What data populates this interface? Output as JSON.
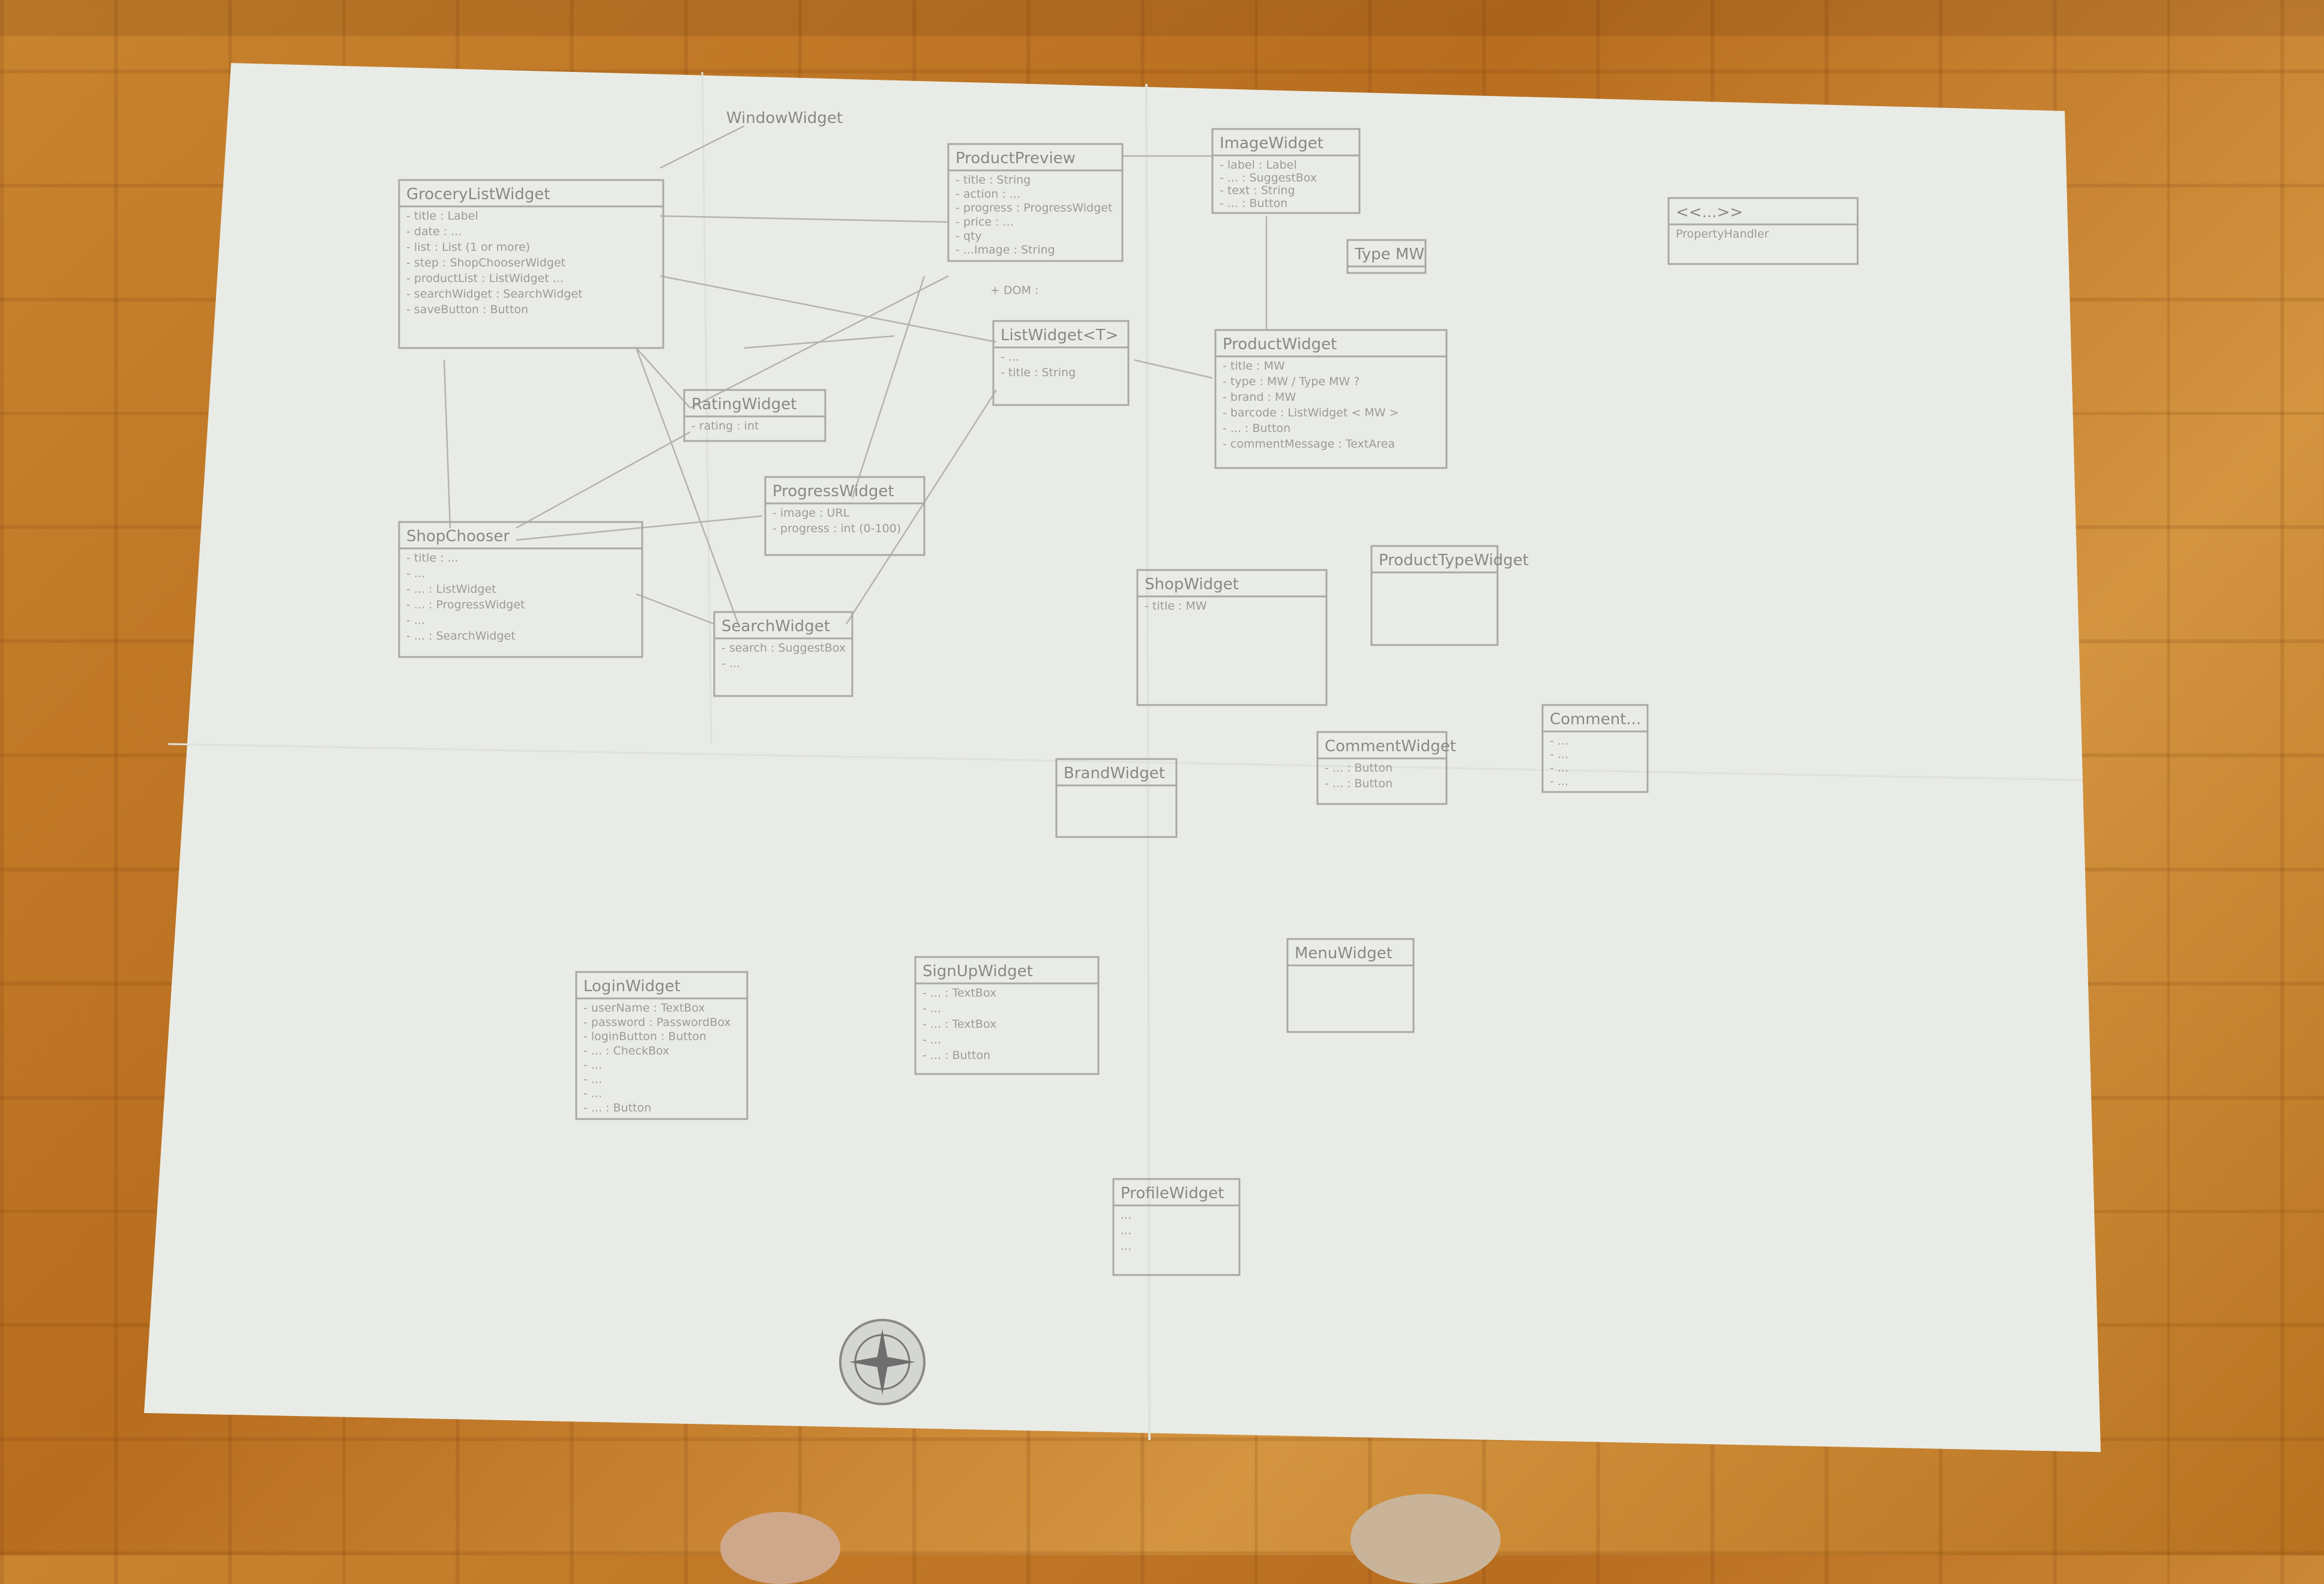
{
  "diagram": {
    "floating_labels": {
      "window_widget": "WindowWidget",
      "dom": "+ DOM : "
    },
    "boxes": [
      {
        "id": "groceryList",
        "title": "GroceryListWidget",
        "attrs": [
          "- title : Label",
          "- date : ...",
          "- list : List (1 or more)",
          "- step : ShopChooserWidget",
          "- productList : ListWidget ...",
          "- searchWidget : SearchWidget",
          "- saveButton : Button"
        ]
      },
      {
        "id": "productPreview",
        "title": "ProductPreview",
        "attrs": [
          "- title : String",
          "- action : ...",
          "- progress : ProgressWidget",
          "- price : ...",
          "- qty",
          "- ...Image : String"
        ]
      },
      {
        "id": "imageWidget",
        "title": "ImageWidget",
        "attrs": [
          "- label : Label",
          "- ... : SuggestBox",
          "- text : String",
          "- ... : Button"
        ]
      },
      {
        "id": "typeMW",
        "title": "Type MW",
        "attrs": []
      },
      {
        "id": "listWidget",
        "title": "ListWidget<T>",
        "attrs": [
          "- ...",
          "- title : String"
        ]
      },
      {
        "id": "productWidget",
        "title": "ProductWidget",
        "attrs": [
          "- title : MW",
          "- type : MW / Type MW ?",
          "- brand : MW",
          "- barcode : ListWidget < MW >",
          "- ... : Button",
          "- commentMessage : TextArea"
        ]
      },
      {
        "id": "ratingWidget",
        "title": "RatingWidget",
        "attrs": [
          "- rating : int"
        ]
      },
      {
        "id": "progressWidget",
        "title": "ProgressWidget",
        "attrs": [
          "- image : URL",
          "- progress : int (0-100)"
        ]
      },
      {
        "id": "shopChooser",
        "title": "ShopChooser",
        "attrs": [
          "- title : ...",
          "- ...",
          "- ... : ListWidget",
          "- ... : ProgressWidget",
          "- ...",
          "- ... : SearchWidget"
        ]
      },
      {
        "id": "searchWidget",
        "title": "SearchWidget",
        "attrs": [
          "- search : SuggestBox",
          "- ..."
        ]
      },
      {
        "id": "shopWidget",
        "title": "ShopWidget",
        "attrs": [
          "- title : MW"
        ]
      },
      {
        "id": "productTypeWidget",
        "title": "ProductTypeWidget",
        "attrs": []
      },
      {
        "id": "brandWidget",
        "title": "BrandWidget",
        "attrs": []
      },
      {
        "id": "commentWidget",
        "title": "CommentWidget",
        "attrs": [
          "- ... : Button",
          "- ... : Button"
        ]
      },
      {
        "id": "commentsBox",
        "title": "Comment...",
        "attrs": [
          "- ...",
          "- ...",
          "- ...",
          "- ..."
        ]
      },
      {
        "id": "loginWidget",
        "title": "LoginWidget",
        "attrs": [
          "- userName : TextBox",
          "- password : PasswordBox",
          "- loginButton : Button",
          "- ... : CheckBox",
          "- ...",
          "- ...",
          "- ...",
          "- ... : Button"
        ]
      },
      {
        "id": "signUpWidget",
        "title": "SignUpWidget",
        "attrs": [
          "- ... : TextBox",
          "- ...",
          "- ... : TextBox",
          "- ...",
          "- ... : Button"
        ]
      },
      {
        "id": "menuWidget",
        "title": "MenuWidget",
        "attrs": []
      },
      {
        "id": "profileWidget",
        "title": "ProfileWidget",
        "attrs": [
          "...",
          "...",
          "..."
        ]
      },
      {
        "id": "propertyHandler",
        "title": "<<...>>",
        "attrs": [
          "PropertyHandler"
        ]
      }
    ]
  },
  "colors": {
    "paper": "#e9ece6",
    "pencil": "#a8a8a8",
    "floor": "#c27a2a"
  }
}
